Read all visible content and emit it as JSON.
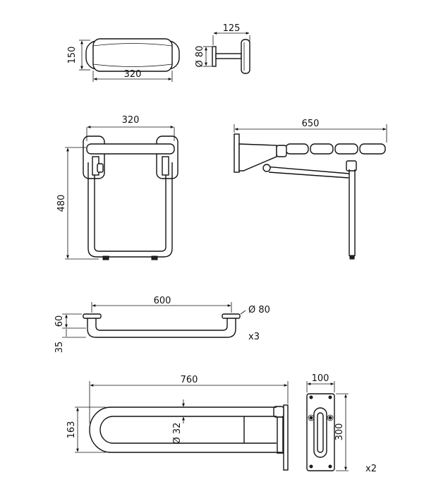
{
  "seat_top_view": {
    "width_label": "320",
    "height_label": "150"
  },
  "seat_bracket_side": {
    "width_label": "125",
    "diameter_label": "Ø 80"
  },
  "folding_seat_front": {
    "width_label": "320",
    "height_label": "480"
  },
  "folding_seat_side": {
    "length_label": "650"
  },
  "straight_bar": {
    "length_label": "600",
    "diameter_label": "Ø 80",
    "height_label": "60",
    "offset_label": "35",
    "quantity_label": "x3"
  },
  "hinged_bar": {
    "length_label": "760",
    "height_label": "163",
    "tube_label": "Ø 32"
  },
  "wall_plate": {
    "width_label": "100",
    "height_label": "300",
    "quantity_label": "x2"
  }
}
